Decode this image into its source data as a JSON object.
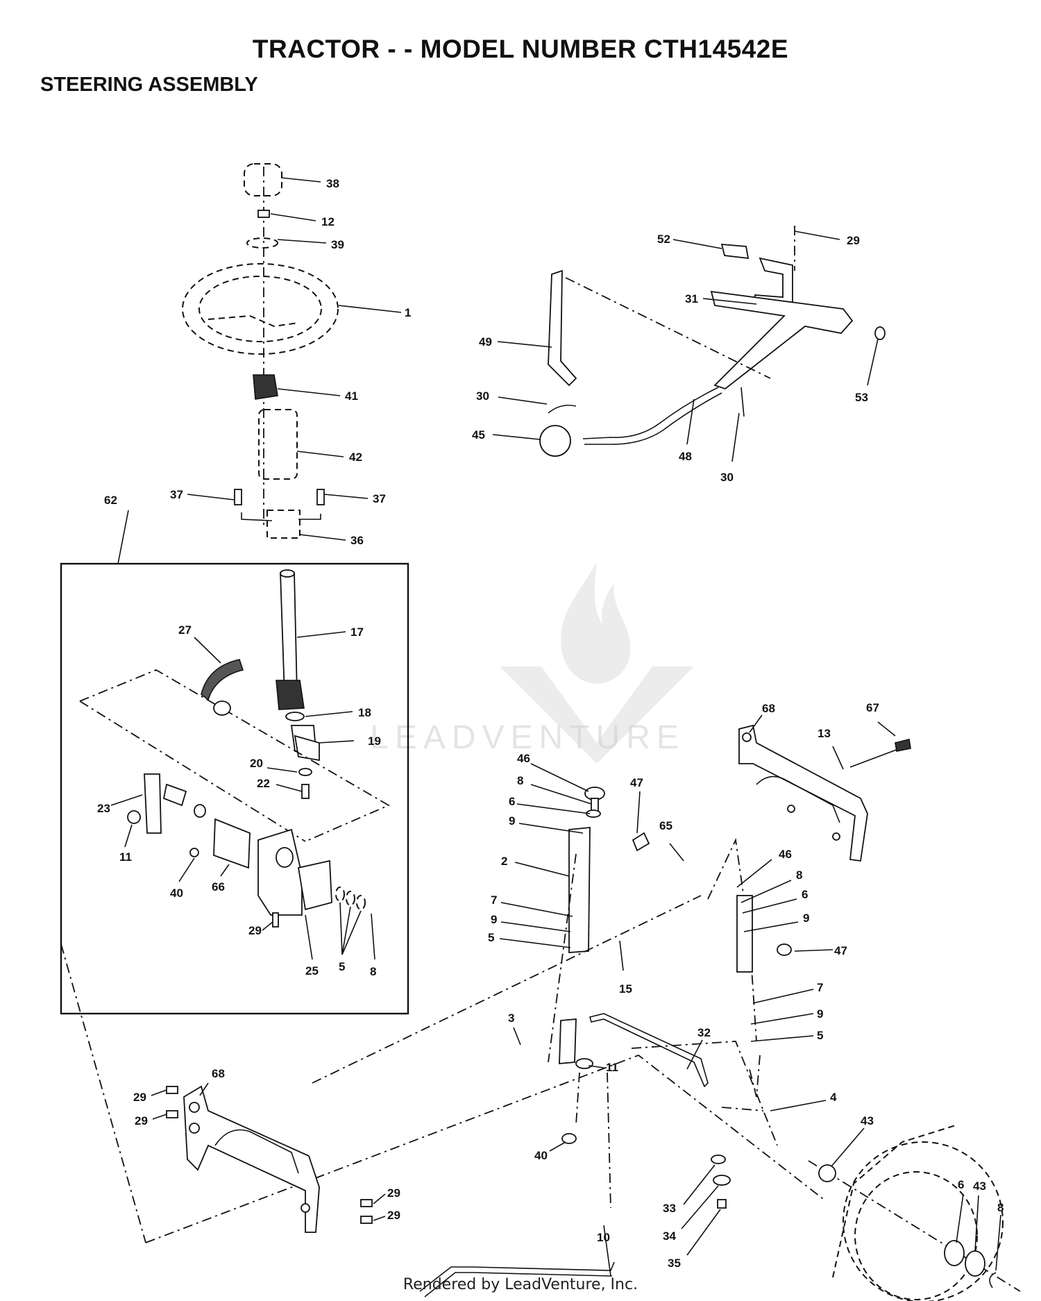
{
  "header": {
    "title": "TRACTOR - - MODEL NUMBER CTH14542E",
    "section": "STEERING ASSEMBLY"
  },
  "watermark": "LEADVENTURE",
  "footer": "Rendered by LeadVenture, Inc.",
  "callouts": [
    {
      "id": "c38",
      "label": "38"
    },
    {
      "id": "c12",
      "label": "12"
    },
    {
      "id": "c39",
      "label": "39"
    },
    {
      "id": "c1",
      "label": "1"
    },
    {
      "id": "c41",
      "label": "41"
    },
    {
      "id": "c42",
      "label": "42"
    },
    {
      "id": "c37a",
      "label": "37"
    },
    {
      "id": "c37b",
      "label": "37"
    },
    {
      "id": "c36",
      "label": "36"
    },
    {
      "id": "c62",
      "label": "62"
    },
    {
      "id": "c17",
      "label": "17"
    },
    {
      "id": "c27",
      "label": "27"
    },
    {
      "id": "c18",
      "label": "18"
    },
    {
      "id": "c19",
      "label": "19"
    },
    {
      "id": "c20",
      "label": "20"
    },
    {
      "id": "c22",
      "label": "22"
    },
    {
      "id": "c23",
      "label": "23"
    },
    {
      "id": "c11a",
      "label": "11"
    },
    {
      "id": "c40a",
      "label": "40"
    },
    {
      "id": "c66",
      "label": "66"
    },
    {
      "id": "c29a",
      "label": "29"
    },
    {
      "id": "c25",
      "label": "25"
    },
    {
      "id": "c5a",
      "label": "5"
    },
    {
      "id": "c8a",
      "label": "8"
    },
    {
      "id": "c52",
      "label": "52"
    },
    {
      "id": "c29b",
      "label": "29"
    },
    {
      "id": "c31",
      "label": "31"
    },
    {
      "id": "c49",
      "label": "49"
    },
    {
      "id": "c53",
      "label": "53"
    },
    {
      "id": "c30a",
      "label": "30"
    },
    {
      "id": "c45",
      "label": "45"
    },
    {
      "id": "c48",
      "label": "48"
    },
    {
      "id": "c30b",
      "label": "30"
    },
    {
      "id": "c68a",
      "label": "68"
    },
    {
      "id": "c67",
      "label": "67"
    },
    {
      "id": "c13",
      "label": "13"
    },
    {
      "id": "c46a",
      "label": "46"
    },
    {
      "id": "c8b",
      "label": "8"
    },
    {
      "id": "c6a",
      "label": "6"
    },
    {
      "id": "c9a",
      "label": "9"
    },
    {
      "id": "c47a",
      "label": "47"
    },
    {
      "id": "c65",
      "label": "65"
    },
    {
      "id": "c2",
      "label": "2"
    },
    {
      "id": "c46b",
      "label": "46"
    },
    {
      "id": "c8c",
      "label": "8"
    },
    {
      "id": "c6b",
      "label": "6"
    },
    {
      "id": "c7a",
      "label": "7"
    },
    {
      "id": "c9b",
      "label": "9"
    },
    {
      "id": "c9c",
      "label": "9"
    },
    {
      "id": "c5b",
      "label": "5"
    },
    {
      "id": "c47b",
      "label": "47"
    },
    {
      "id": "c15",
      "label": "15"
    },
    {
      "id": "c7b",
      "label": "7"
    },
    {
      "id": "c9d",
      "label": "9"
    },
    {
      "id": "c5c",
      "label": "5"
    },
    {
      "id": "c3",
      "label": "3"
    },
    {
      "id": "c32",
      "label": "32"
    },
    {
      "id": "c11b",
      "label": "11"
    },
    {
      "id": "c68b",
      "label": "68"
    },
    {
      "id": "c29c",
      "label": "29"
    },
    {
      "id": "c29d",
      "label": "29"
    },
    {
      "id": "c4",
      "label": "4"
    },
    {
      "id": "c40b",
      "label": "40"
    },
    {
      "id": "c43a",
      "label": "43"
    },
    {
      "id": "c29e",
      "label": "29"
    },
    {
      "id": "c29f",
      "label": "29"
    },
    {
      "id": "c33",
      "label": "33"
    },
    {
      "id": "c6c",
      "label": "6"
    },
    {
      "id": "c43b",
      "label": "43"
    },
    {
      "id": "c8d",
      "label": "8"
    },
    {
      "id": "c10",
      "label": "10"
    },
    {
      "id": "c34",
      "label": "34"
    },
    {
      "id": "c35",
      "label": "35"
    }
  ]
}
